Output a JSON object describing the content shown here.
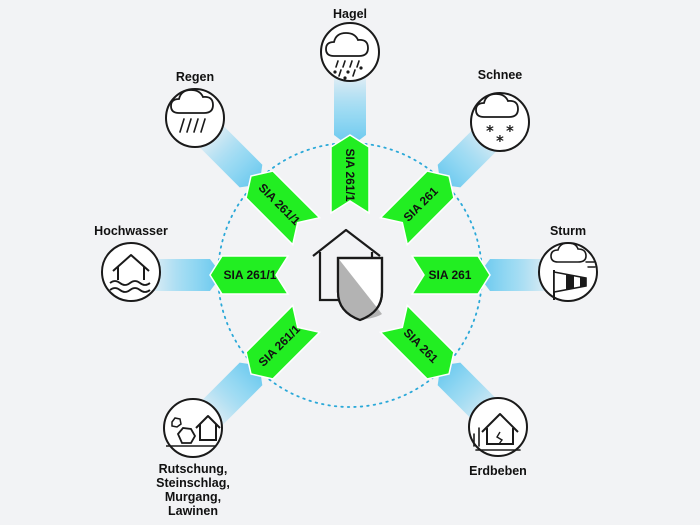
{
  "colors": {
    "background": "#f2f3f5",
    "tag_fill": "#22ee22",
    "tag_stroke": "#ffffff",
    "beam": "#5cc4ee",
    "dotted_circle": "#2aa8d8",
    "icon_stroke": "#1a1a1a",
    "shield_gray": "#b3b3b3"
  },
  "center": {
    "icon": "house-with-shield-icon"
  },
  "hazards": [
    {
      "id": "hagel",
      "label": "Hagel",
      "icon": "hail-cloud-icon",
      "norm": "SIA 261/1"
    },
    {
      "id": "schnee",
      "label": "Schnee",
      "icon": "snow-cloud-icon",
      "norm": "SIA 261"
    },
    {
      "id": "sturm",
      "label": "Sturm",
      "icon": "windsock-icon",
      "norm": "SIA 261"
    },
    {
      "id": "erdbeben",
      "label": "Erdbeben",
      "icon": "earthquake-house-icon",
      "norm": "SIA 261"
    },
    {
      "id": "rutschung",
      "label": "Rutschung,\nSteinschlag,\nMurgang,\nLawinen",
      "icon": "rockfall-house-icon",
      "norm": "SIA 261/1"
    },
    {
      "id": "hochwasser",
      "label": "Hochwasser",
      "icon": "flood-house-icon",
      "norm": "SIA 261/1"
    },
    {
      "id": "regen",
      "label": "Regen",
      "icon": "rain-cloud-icon",
      "norm": "SIA 261/1"
    }
  ]
}
